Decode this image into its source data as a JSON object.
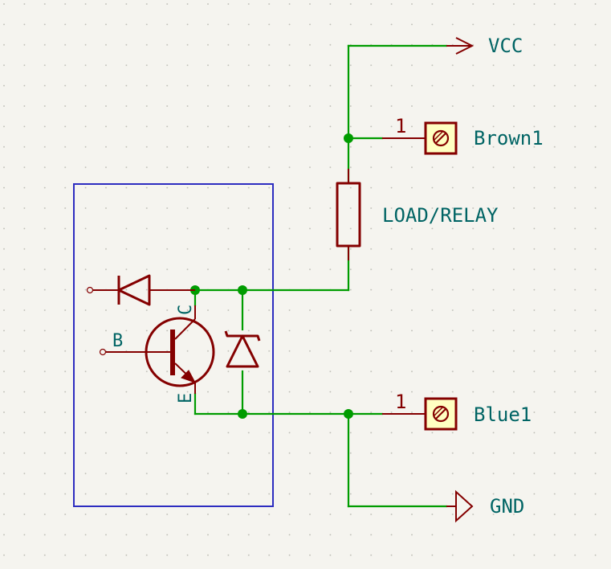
{
  "power": {
    "vcc_label": "VCC",
    "gnd_label": "GND"
  },
  "connectors": {
    "top": {
      "pin": "1",
      "name": "Brown1"
    },
    "bottom": {
      "pin": "1",
      "name": "Blue1"
    }
  },
  "load_label": "LOAD/RELAY",
  "transistor": {
    "base": "B",
    "collector": "C",
    "emitter": "E"
  },
  "colors": {
    "background": "#f5f4ef",
    "wire": "#009c00",
    "symbol": "#840000",
    "text": "#006464",
    "box": "#2d2dc0"
  }
}
